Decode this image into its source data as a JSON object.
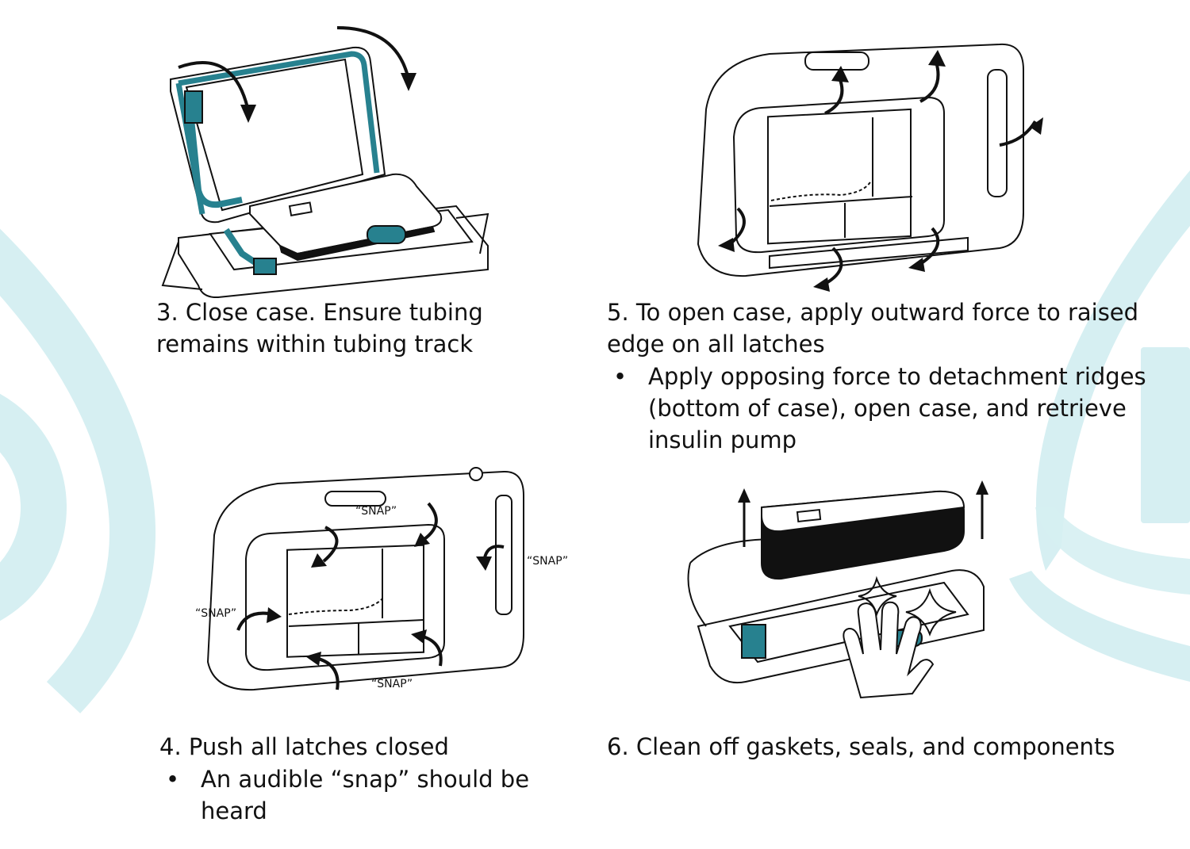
{
  "steps": {
    "step3": {
      "text": "3. Close case. Ensure tubing remains within tubing track"
    },
    "step4": {
      "text": "4. Push all latches closed",
      "bullets": [
        "An audible “snap” should be heard"
      ],
      "callouts": [
        "“SNAP”",
        "“SNAP”",
        "“SNAP”",
        "“SNAP”"
      ]
    },
    "step5": {
      "text": "5. To open case, apply outward force to raised edge on all latches",
      "bullets": [
        "Apply opposing force to detachment ridges (bottom of case), open case, and retrieve insulin pump"
      ]
    },
    "step6": {
      "text": "6. Clean off gaskets, seals, and components"
    }
  },
  "colors": {
    "accent": "#27818f",
    "background_shape": "#d6eff2",
    "line": "#111111"
  },
  "icons": [
    "curved-arrow-icon",
    "straight-up-arrow-icon",
    "sparkle-icon",
    "hand-wipe-icon"
  ]
}
